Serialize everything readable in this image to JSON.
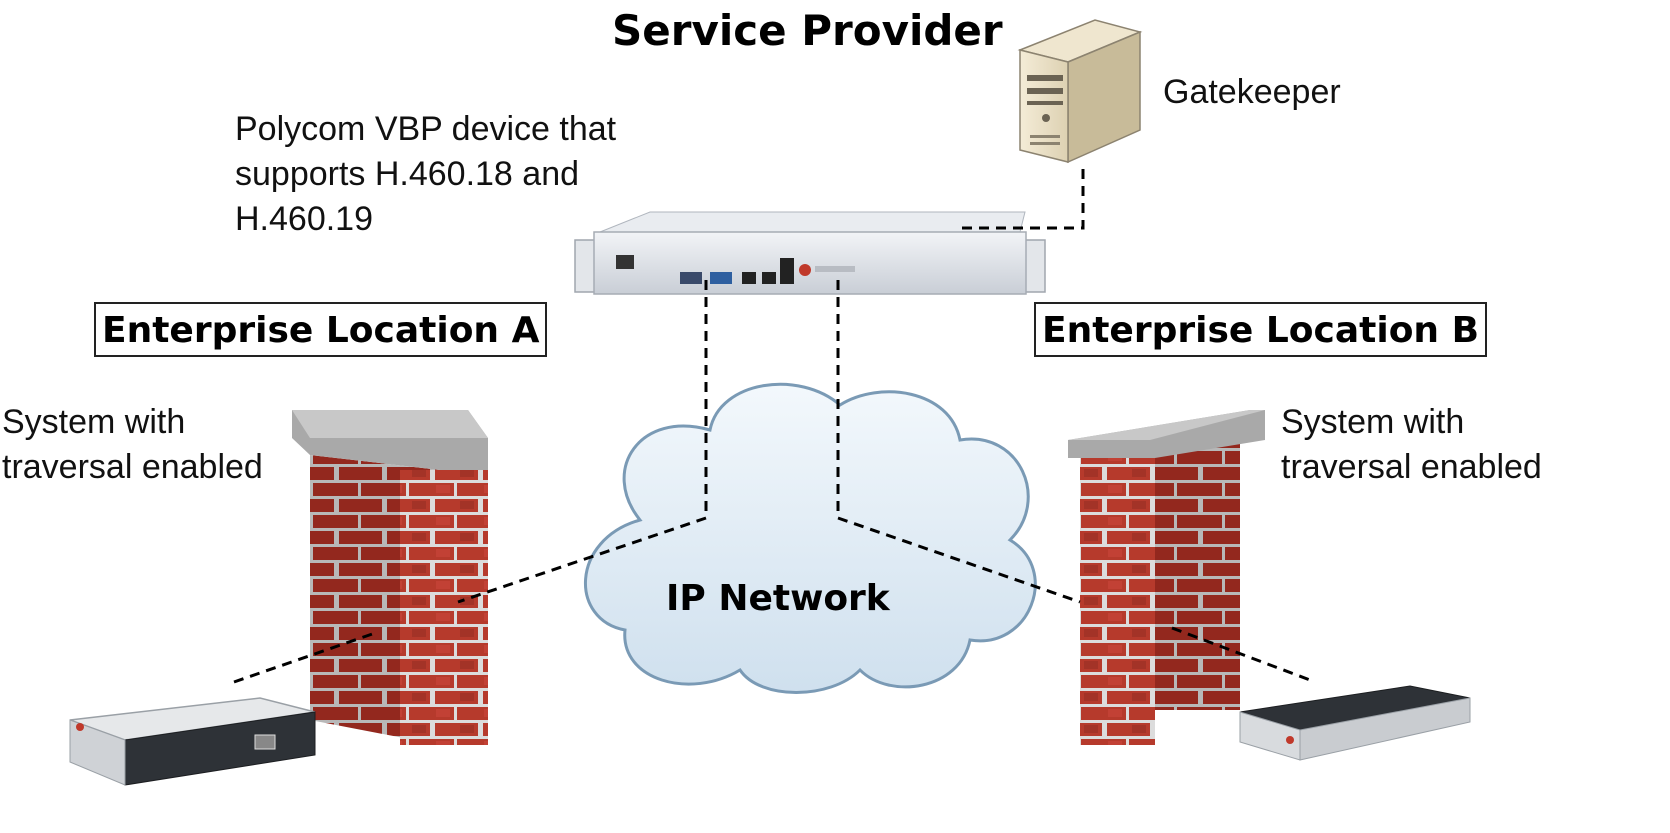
{
  "title": "Service Provider",
  "gatekeeper": {
    "label": "Gatekeeper"
  },
  "vbp": {
    "lines": [
      "Polycom VBP device that",
      "supports H.460.18 and",
      "H.460.19"
    ]
  },
  "location_a": {
    "label": "Enterprise Location A",
    "system_lines": [
      "System with",
      "traversal enabled"
    ]
  },
  "location_b": {
    "label": "Enterprise Location B",
    "system_lines": [
      "System with",
      "traversal enabled"
    ]
  },
  "cloud": {
    "label": "IP Network"
  },
  "colors": {
    "brick": "#b83a2b",
    "mortar": "#d9d9d9",
    "cloud_fill": "#e6f0f8",
    "cloud_edge": "#7a9ab5",
    "line": "#000000"
  }
}
